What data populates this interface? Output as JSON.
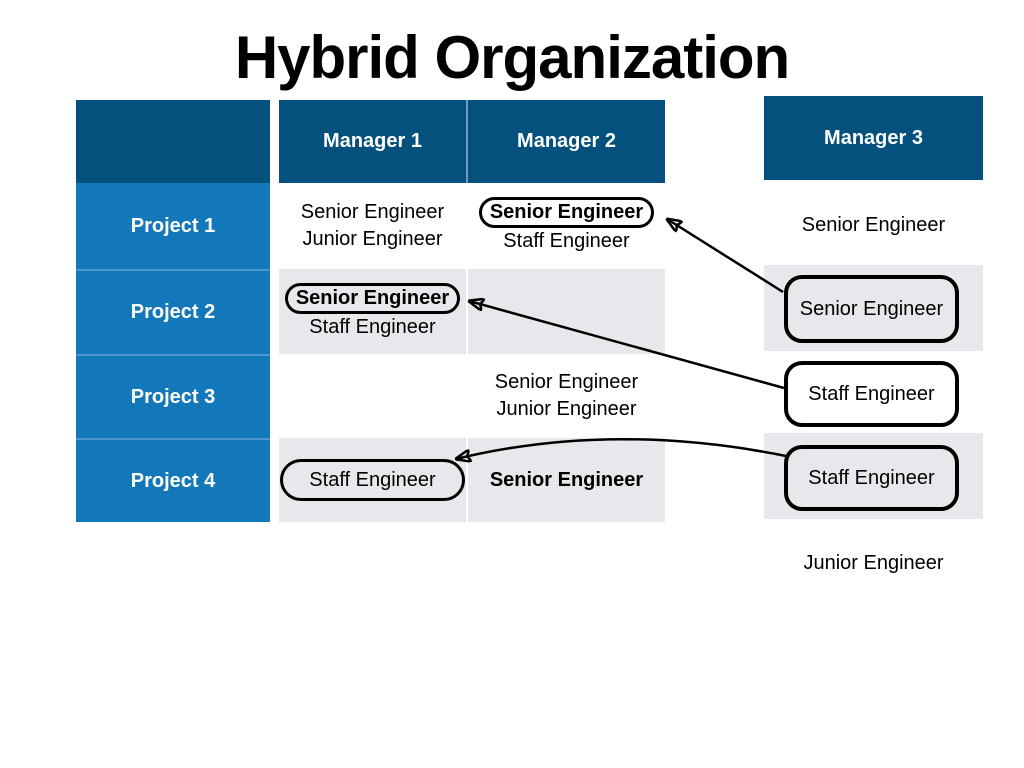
{
  "title": "Hybrid Organization",
  "colors": {
    "header_blue": "#04517e",
    "project_blue": "#1378ba",
    "row_gray": "#e8e8ec",
    "highlight_border": "#000000",
    "arrow": "#000000"
  },
  "table": {
    "columns": [
      {
        "label": "Manager 1"
      },
      {
        "label": "Manager 2"
      }
    ],
    "rows": [
      {
        "label": "Project 1",
        "manager1": {
          "line1": "Senior Engineer",
          "line2": "Junior Engineer"
        },
        "manager2": {
          "line1": "Senior Engineer",
          "line1_highlighted": true,
          "line2": "Staff Engineer"
        }
      },
      {
        "label": "Project 2",
        "manager1": {
          "line1": "Senior Engineer",
          "line1_highlighted": true,
          "line2": "Staff Engineer"
        },
        "manager2": {}
      },
      {
        "label": "Project 3",
        "manager1": {},
        "manager2": {
          "line1": "Senior Engineer",
          "line2": "Junior Engineer"
        }
      },
      {
        "label": "Project 4",
        "manager1": {
          "line1": "Staff Engineer",
          "line1_highlighted": true
        },
        "manager2": {
          "line1": "Senior Engineer"
        }
      }
    ]
  },
  "manager3": {
    "label": "Manager 3",
    "items": [
      {
        "text": "Senior Engineer",
        "boxed": false
      },
      {
        "text": "Senior Engineer",
        "boxed": true
      },
      {
        "text": "Staff Engineer",
        "boxed": true
      },
      {
        "text": "Staff Engineer",
        "boxed": true
      },
      {
        "text": "Junior Engineer",
        "boxed": false
      }
    ]
  },
  "arrow_count": 3
}
